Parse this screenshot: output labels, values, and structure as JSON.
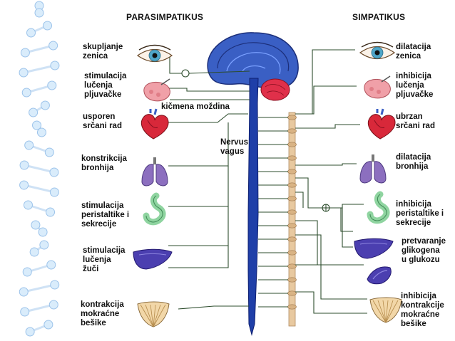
{
  "header": {
    "parasympathetic": "PARASIMPATIKUS",
    "sympathetic": "SIMPATIKUS"
  },
  "center": {
    "spinal_cord": "kičmena moždina",
    "vagus": "Nervus\nvagus"
  },
  "parasympathetic_effects": [
    {
      "organ": "eye-icon",
      "label": "skupljanje\nzenica"
    },
    {
      "organ": "salivary-gland-icon",
      "label": "stimulacija\nlučenja\npljuvačke"
    },
    {
      "organ": "heart-icon",
      "label": "usporen\nsrčani rad"
    },
    {
      "organ": "lungs-icon",
      "label": "konstrikcija\nbronhija"
    },
    {
      "organ": "stomach-icon",
      "label": "stimulacija\nperistaltike i\nsekrecije"
    },
    {
      "organ": "liver-icon",
      "label": "stimulacija\nlučenja\nžuči"
    },
    {
      "organ": "bladder-icon",
      "label": "kontrakcija\nmokraćne\nbešike"
    }
  ],
  "sympathetic_effects": [
    {
      "organ": "eye-icon",
      "label": "dilatacija\nzenica"
    },
    {
      "organ": "salivary-gland-icon",
      "label": "inhibicija\nlučenja\npljuvačke"
    },
    {
      "organ": "heart-icon",
      "label": "ubrzan\nsrčani rad"
    },
    {
      "organ": "lungs-icon",
      "label": "dilatacija\nbronhija"
    },
    {
      "organ": "stomach-icon",
      "label": "inhibicija\nperistaltike i\nsekrecije"
    },
    {
      "organ": "liver-icon",
      "label": "pretvaranje\nglikogena\nu glukozu"
    },
    {
      "organ": "adrenal-gland-icon",
      "label": ""
    },
    {
      "organ": "bladder-icon",
      "label": "inhibicija\nkontrakcije\nmokraćne\nbešike"
    }
  ],
  "colors": {
    "spinal_cord": "#1f3fa8",
    "sympathetic_chain": "#e8c9a0",
    "brain": "#3a5fc4",
    "cerebellum": "#e0304a",
    "nerve": "#2d4d2d"
  }
}
